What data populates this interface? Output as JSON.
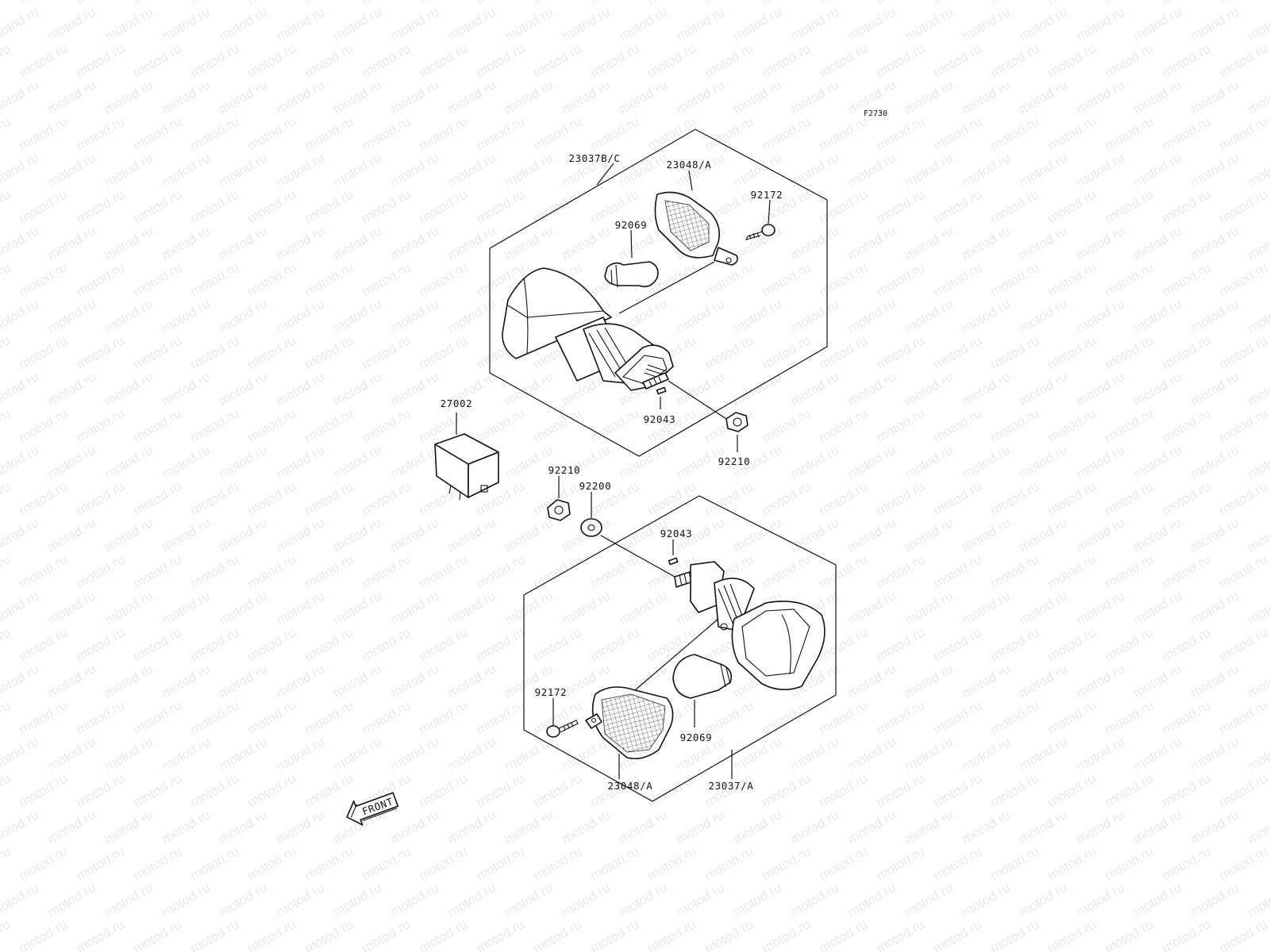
{
  "diagram": {
    "figure_code": "F2730",
    "watermark_text": "motod.ru",
    "front_label": "FRONT",
    "labels": {
      "upper_assembly": "23037B/C",
      "upper_lens": "23048/A",
      "upper_screw": "92172",
      "upper_bulb": "92069",
      "upper_grommet": "92043",
      "upper_nut": "92210",
      "relay": "27002",
      "lower_nut": "92210",
      "lower_washer": "92200",
      "lower_grommet": "92043",
      "lower_screw": "92172",
      "lower_bulb": "92069",
      "lower_lens": "23048/A",
      "lower_assembly": "23037/A"
    },
    "colors": {
      "line": "#111111",
      "watermark": "#cfcfcf",
      "background": "#ffffff"
    }
  }
}
